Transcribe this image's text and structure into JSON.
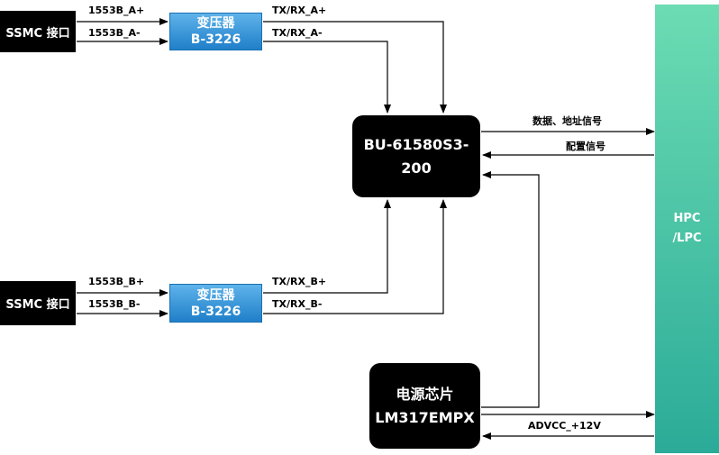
{
  "ssmc_top": {
    "label": "SSMC 接口"
  },
  "ssmc_bottom": {
    "label": "SSMC 接口"
  },
  "transformer_top": {
    "line1": "变压器",
    "line2": "B-3226"
  },
  "transformer_bottom": {
    "line1": "变压器",
    "line2": "B-3226"
  },
  "bus_controller": {
    "line1": "BU-61580S3-",
    "line2": "200"
  },
  "power_chip": {
    "line1": "电源芯片",
    "line2": "LM317EMPX"
  },
  "hpc": {
    "line1": "HPC",
    "line2": "/LPC"
  },
  "signals": {
    "a_plus": "1553B_A+",
    "a_minus": "1553B_A-",
    "txrx_a_plus": "TX/RX_A+",
    "txrx_a_minus": "TX/RX_A-",
    "b_plus": "1553B_B+",
    "b_minus": "1553B_B-",
    "txrx_b_plus": "TX/RX_B+",
    "txrx_b_minus": "TX/RX_B-",
    "data_addr": "数据、地址信号",
    "config": "配置信号",
    "advcc": "ADVCC_+12V"
  }
}
